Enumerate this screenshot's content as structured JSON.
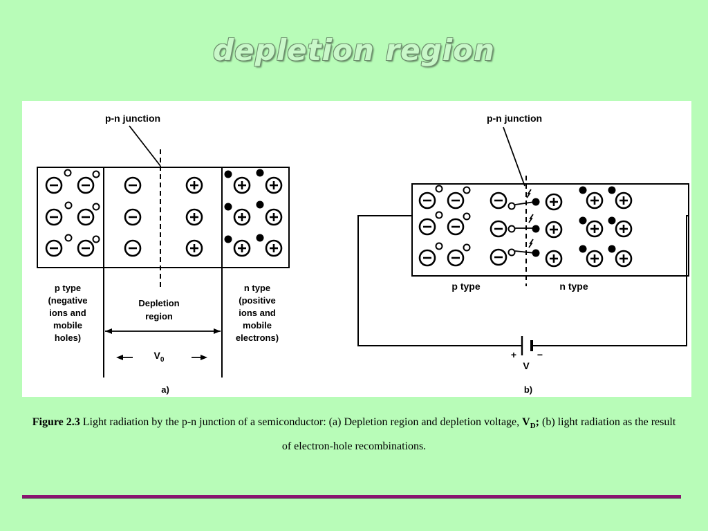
{
  "slide": {
    "title": "depletion region"
  },
  "figure": {
    "a": {
      "junction_label": "p-n junction",
      "p_label": [
        "p type",
        "(negative",
        "ions and",
        "mobile",
        "holes)"
      ],
      "n_label": [
        "n type",
        "(positive",
        "ions and",
        "mobile",
        "electrons)"
      ],
      "depletion_label": [
        "Depletion",
        "region"
      ],
      "voltage_label": "V",
      "voltage_subscript": "0",
      "panel_label": "a)"
    },
    "b": {
      "junction_label": "p-n junction",
      "p_label": "p type",
      "n_label": "n type",
      "battery_plus": "+",
      "battery_minus": "−",
      "battery_label": "V",
      "panel_label": "b)"
    }
  },
  "caption": {
    "figure_ref": "Figure 2.3",
    "text_1": " Light radiation by the p-n junction of a semiconductor: (a) Depletion region and depletion voltage, ",
    "vd": "V",
    "vd_sub": "D",
    "vd_punct": ";",
    "text_2": " (b) light radiation as the result of electron-hole recombinations."
  },
  "colors": {
    "background": "#b8fcb8",
    "rule": "#8a1470"
  }
}
